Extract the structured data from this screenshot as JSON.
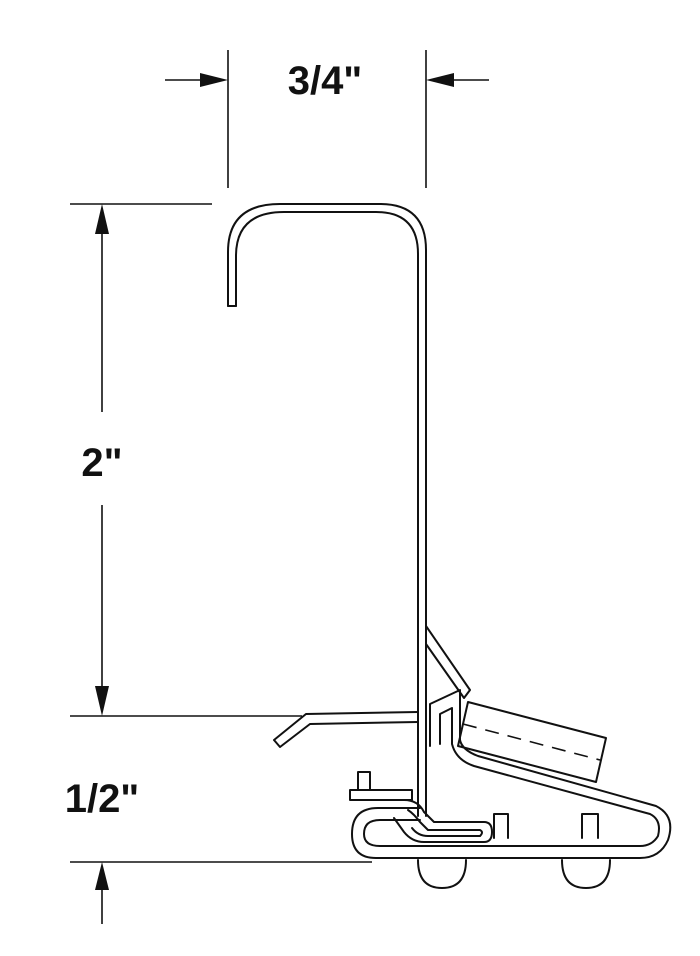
{
  "dimensions": {
    "width": "3/4\"",
    "height": "2\"",
    "base": "1/2\""
  },
  "colors": {
    "line": "#111111",
    "background": "#ffffff"
  }
}
